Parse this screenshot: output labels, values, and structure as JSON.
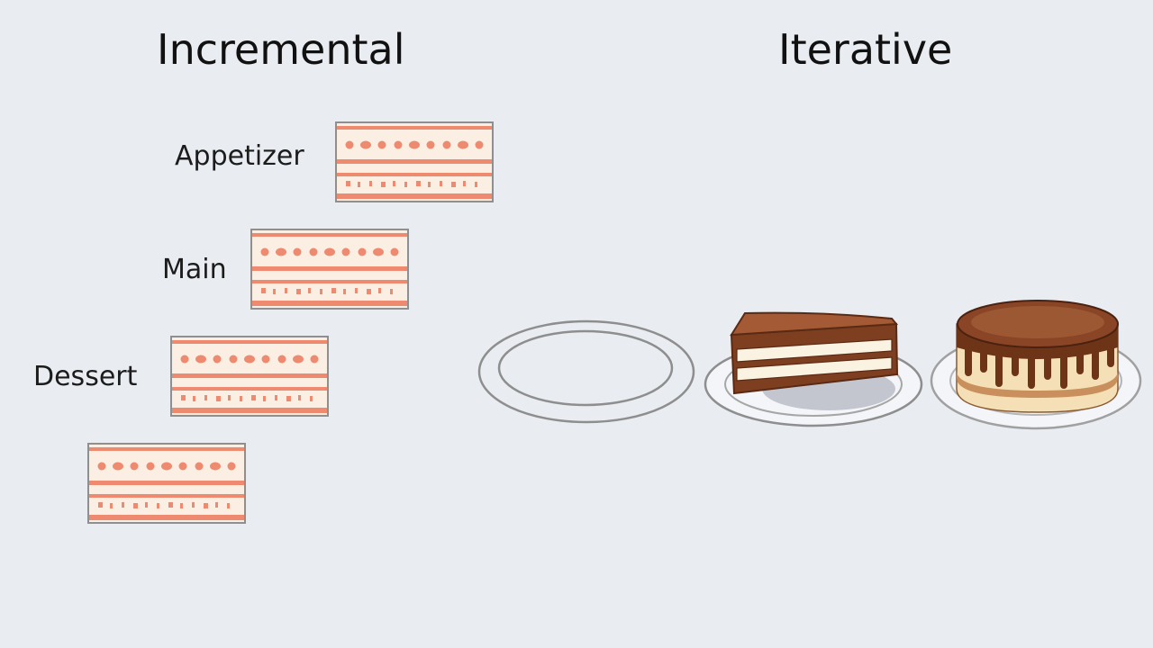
{
  "incremental": {
    "title": "Incremental",
    "items": [
      {
        "label": "Appetizer"
      },
      {
        "label": "Main"
      },
      {
        "label": "Dessert"
      },
      {
        "label": ""
      }
    ]
  },
  "iterative": {
    "title": "Iterative",
    "stages": [
      "empty-plate",
      "cake-slice",
      "whole-cake"
    ]
  },
  "colors": {
    "background": "#e9edf1",
    "stripe": "#ee8a70",
    "card_fill": "#fbefe4",
    "card_border": "#8f8f8f",
    "chocolate": "#8a4526",
    "cream": "#fbf3e1",
    "plate_stroke": "#8e8e8e"
  }
}
